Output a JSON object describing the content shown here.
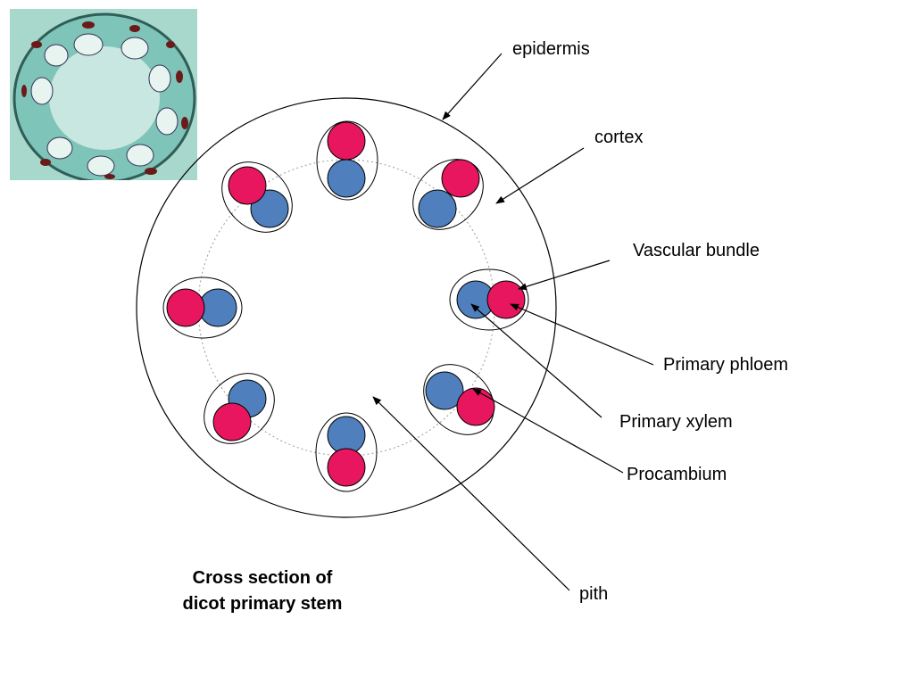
{
  "labels": {
    "epidermis": "epidermis",
    "cortex": "cortex",
    "vascular_bundle": "Vascular bundle",
    "primary_phloem": "Primary phloem",
    "primary_xylem": "Primary xylem",
    "procambium": "Procambium",
    "pith": "pith"
  },
  "caption": {
    "line1": "Cross section of",
    "line2": "dicot primary stem"
  },
  "colors": {
    "phloem": "#e8155f",
    "xylem": "#4f7fbd",
    "photo_background": "#a8d8cc",
    "photo_tissue": "#7fc4b8"
  }
}
